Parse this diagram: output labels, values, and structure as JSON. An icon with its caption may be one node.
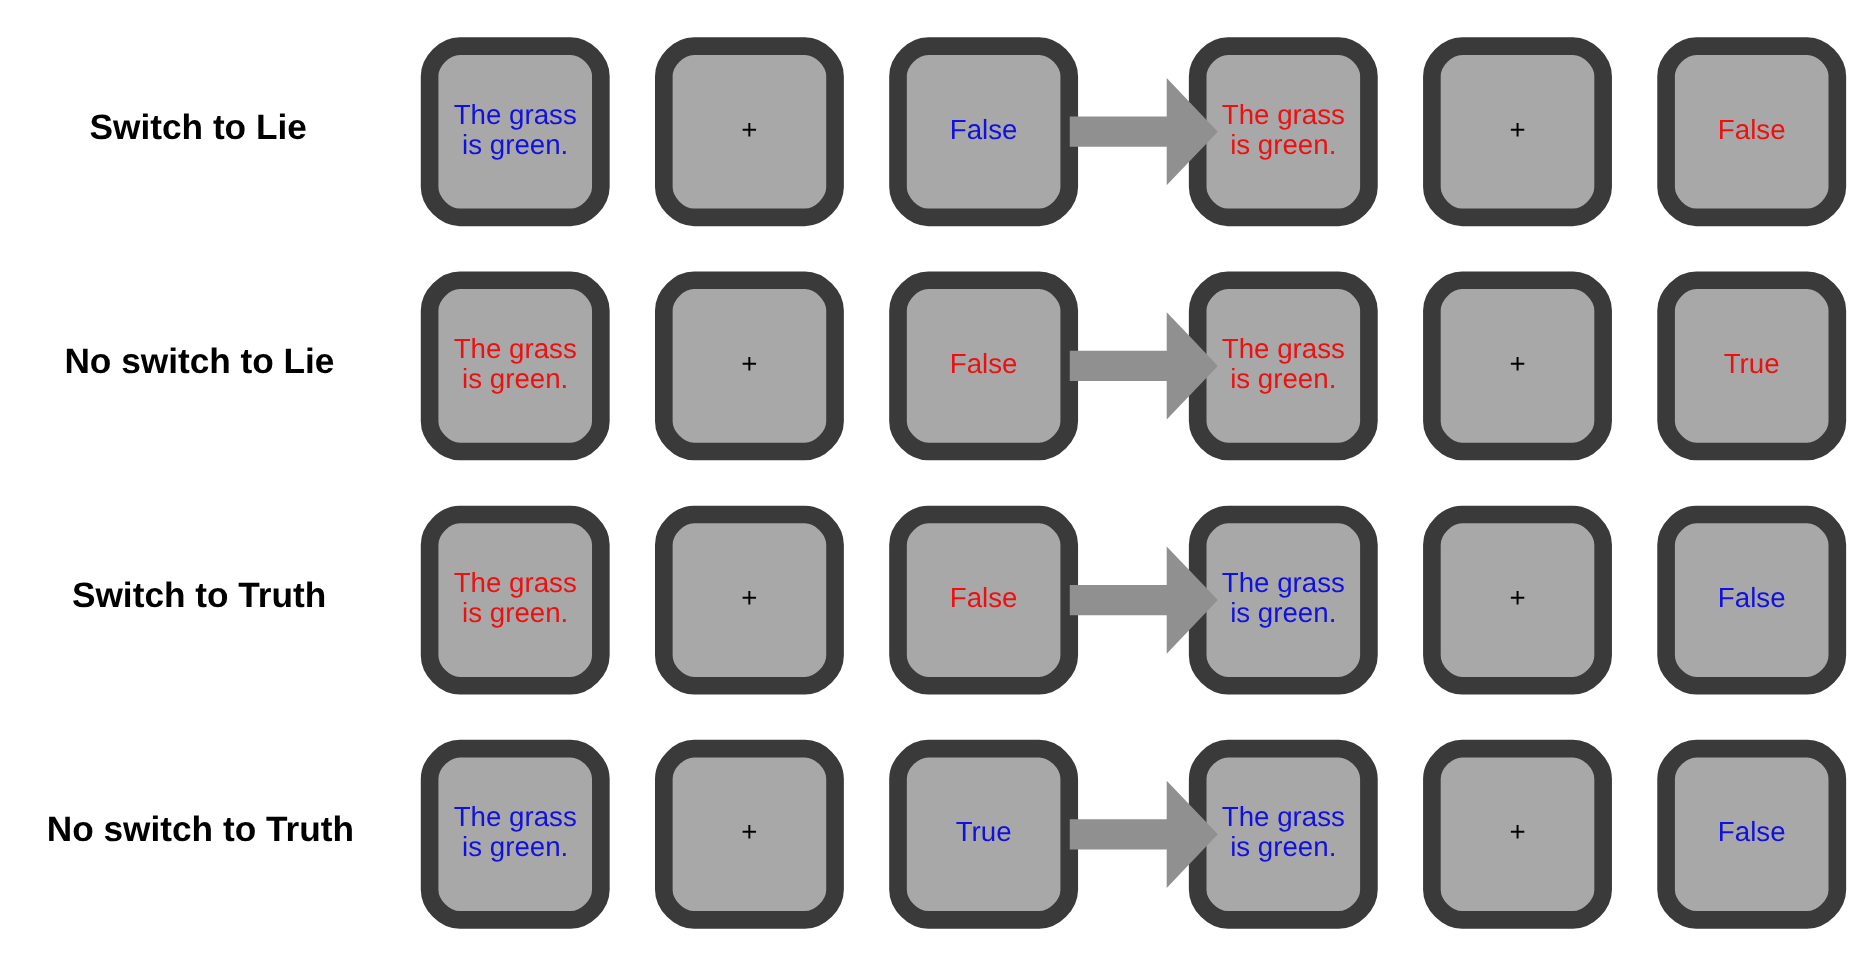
{
  "diagram": {
    "nodes": [
      {
        "text": [
          "The grass is green."
        ]
      },
      {
        "text": [
          "+"
        ]
      },
      {
        "text": [
          "True"
        ]
      },
      {
        "text": [
          "The grass is green."
        ]
      },
      {
        "text": [
          "+"
        ]
      },
      {
        "text": [
          "False"
        ]
      },
      {
        "text": [
          "The grass is green."
        ]
      },
      {
        "text": [
          "+"
        ]
      },
      {
        "text": [
          "False"
        ]
      },
      {
        "text": [
          "The grass is green."
        ]
      },
      {
        "text": [
          "+"
        ]
      },
      {
        "text": [
          "False"
        ]
      },
      {
        "text": [
          "The grass is green."
        ]
      },
      {
        "text": [
          "+"
        ]
      },
      {
        "text": [
          "False"
        ]
      },
      {
        "text": [
          "The grass is green."
        ]
      },
      {
        "text": [
          "+"
        ]
      },
      {
        "text": [
          "True"
        ]
      },
      {
        "text": [
          "The grass is green."
        ]
      },
      {
        "text": [
          "+"
        ]
      },
      {
        "text": [
          "False"
        ]
      },
      {
        "text": [
          "The grass is green."
        ]
      },
      {
        "text": [
          "+"
        ]
      },
      {
        "text": [
          "False"
        ]
      }
    ],
    "edges": [
      {
        "from": 2,
        "to": 3,
        "arrow": "to"
      },
      {
        "from": 8,
        "to": 9,
        "arrow": "to"
      },
      {
        "from": 14,
        "to": 15,
        "arrow": "to"
      },
      {
        "from": 20,
        "to": 21,
        "arrow": "to"
      }
    ],
    "labels": [
      "No switch to Truth",
      "Switch to Truth",
      "No switch to Lie",
      "Switch to Lie"
    ]
  }
}
